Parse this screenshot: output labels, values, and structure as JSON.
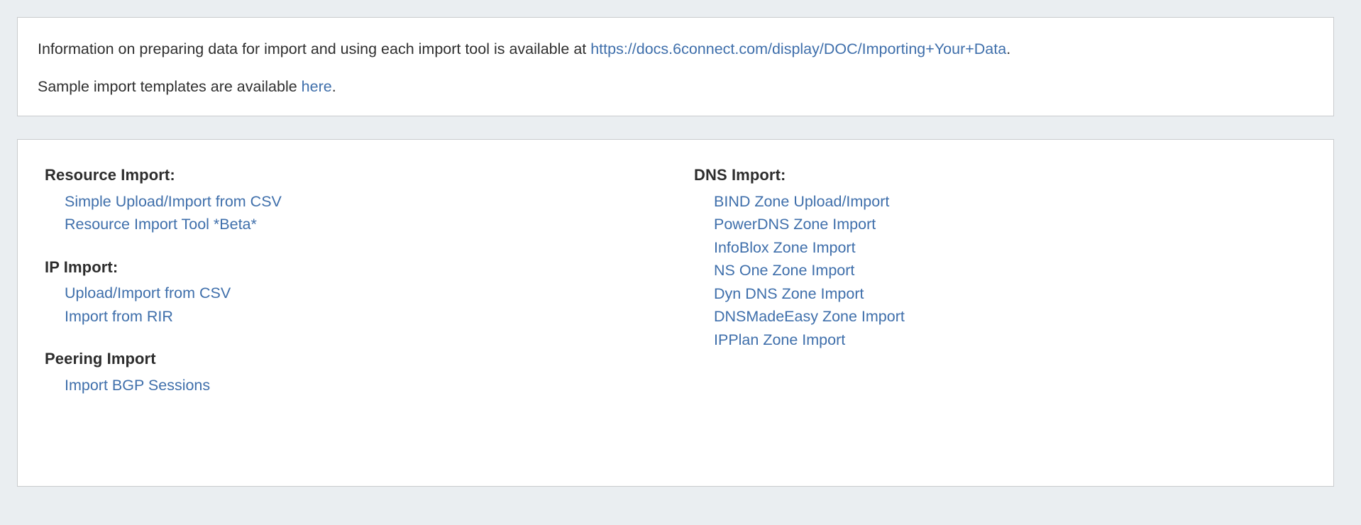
{
  "info": {
    "paragraph1_before": "Information on preparing data for import and using each import tool is available at ",
    "paragraph1_link": "https://docs.6connect.com/display/DOC/Importing+Your+Data",
    "paragraph1_after": ".",
    "paragraph2_before": "Sample import templates are available ",
    "paragraph2_link": "here",
    "paragraph2_after": "."
  },
  "colors": {
    "link": "#3f6fab",
    "heading": "#2d2d2d",
    "body_text": "#2f2f2f",
    "page_background": "#eaeef1",
    "panel_background": "#ffffff",
    "panel_border": "#c9cbcd"
  },
  "tools": {
    "left_column": [
      {
        "title": "Resource Import:",
        "links": [
          "Simple Upload/Import from CSV",
          "Resource Import Tool *Beta*"
        ]
      },
      {
        "title": "IP Import:",
        "links": [
          "Upload/Import from CSV",
          "Import from RIR"
        ]
      },
      {
        "title": "Peering Import",
        "links": [
          "Import BGP Sessions"
        ]
      }
    ],
    "right_column": [
      {
        "title": "DNS Import:",
        "links": [
          "BIND Zone Upload/Import",
          "PowerDNS Zone Import",
          "InfoBlox Zone Import",
          "NS One Zone Import",
          "Dyn DNS Zone Import",
          "DNSMadeEasy Zone Import",
          "IPPlan Zone Import"
        ]
      }
    ]
  }
}
